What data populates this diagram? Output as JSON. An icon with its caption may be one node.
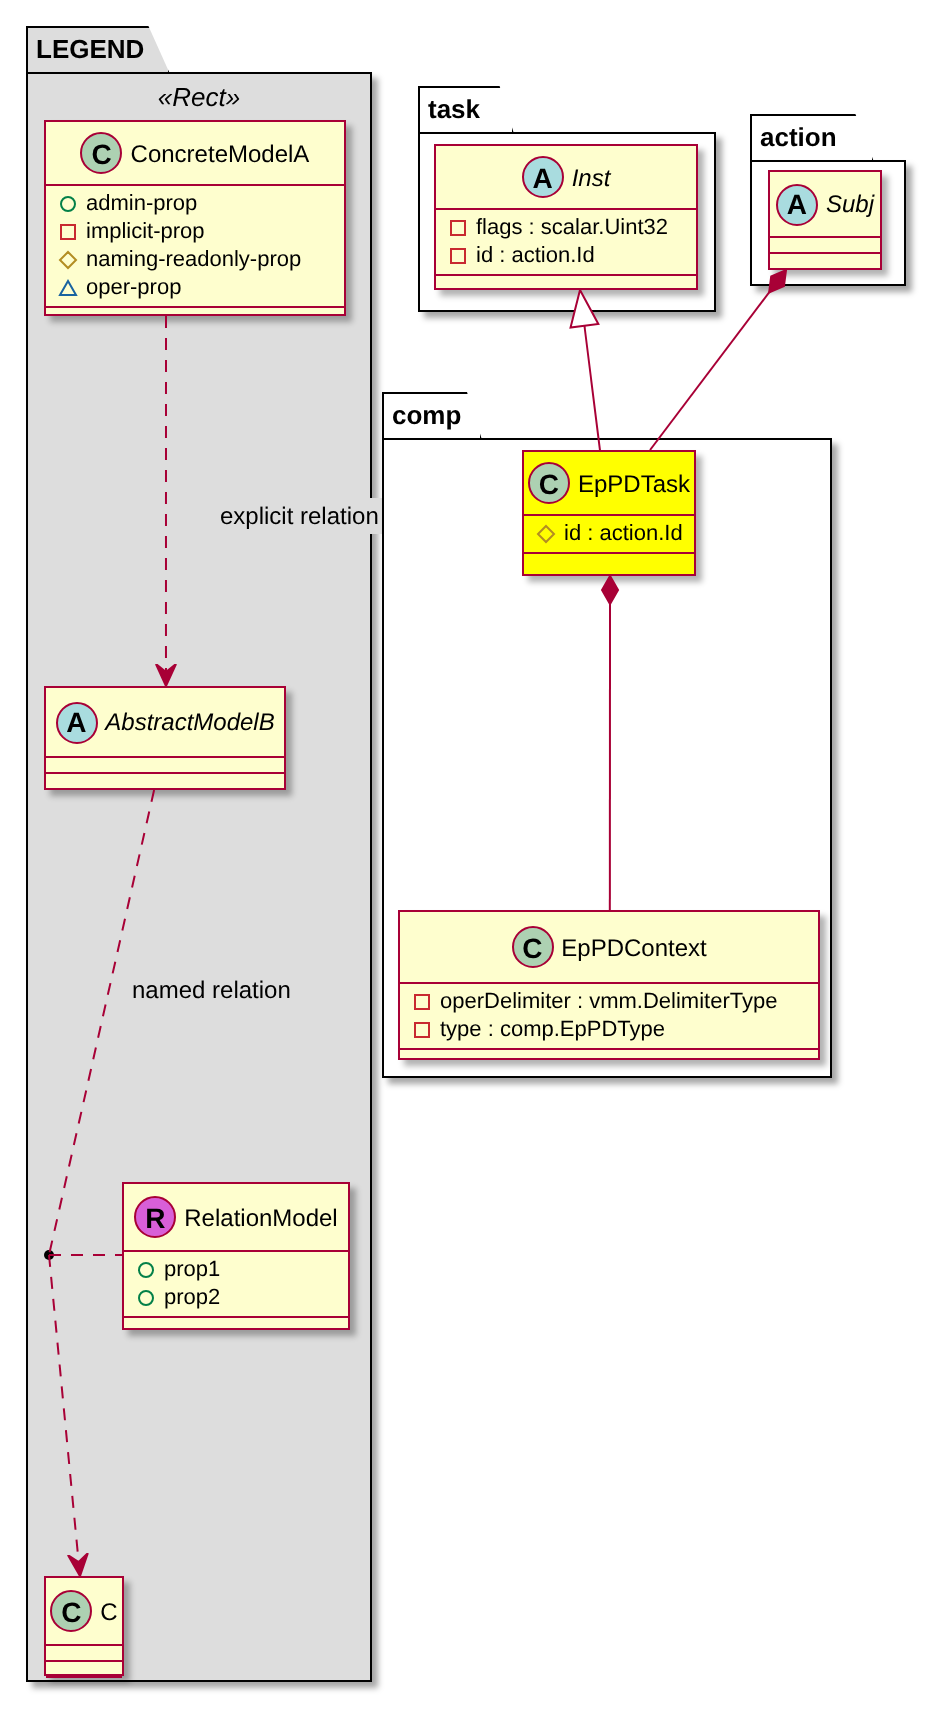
{
  "diagram": {
    "nodes": [
      {
        "text": [
          "LEGEND",
          "«Rect»"
        ]
      },
      {
        "text": [
          "C",
          "ConcreteModelA",
          "admin-prop",
          "implicit-prop",
          "naming-readonly-prop",
          "oper-prop"
        ],
        "in": 0
      },
      {
        "text": [
          "A",
          "AbstractModelB"
        ],
        "in": 0
      },
      {
        "text": [],
        "shape": "circle",
        "in": 0
      },
      {
        "text": [
          "R",
          "RelationModel",
          "prop1",
          "prop2"
        ],
        "in": 0
      },
      {
        "text": [
          "C",
          "C"
        ],
        "in": 0
      },
      {
        "text": [
          "task"
        ]
      },
      {
        "text": [
          "A",
          "Inst",
          "flags : scalar.Uint32",
          "id : action.Id"
        ],
        "in": 6
      },
      {
        "text": [
          "action"
        ]
      },
      {
        "text": [
          "A",
          "Subj"
        ],
        "in": 8
      },
      {
        "text": [
          "comp"
        ]
      },
      {
        "text": [
          "C",
          "EpPDTask",
          "id : action.Id"
        ],
        "in": 10
      },
      {
        "text": [
          "C",
          "EpPDContext",
          "operDelimiter : vmm.DelimiterType",
          "type : comp.EpPDType"
        ],
        "in": 10
      }
    ],
    "edges": [
      {
        "from": 1,
        "to": 2,
        "arrow": "to",
        "style": "dashed",
        "label": "explicit relation"
      },
      {
        "from": 2,
        "to": 3,
        "arrow": "none",
        "style": "dashed",
        "label": "named relation"
      },
      {
        "from": 3,
        "to": 5,
        "arrow": "to",
        "style": "dashed"
      },
      {
        "from": 3,
        "to": 4,
        "arrow": "none",
        "style": "dashed"
      },
      {
        "from": 11,
        "to": 7,
        "arrow": "to"
      },
      {
        "from": 11,
        "to": 9,
        "arrow": "other"
      },
      {
        "from": 12,
        "to": 11,
        "arrow": "other"
      }
    ]
  }
}
